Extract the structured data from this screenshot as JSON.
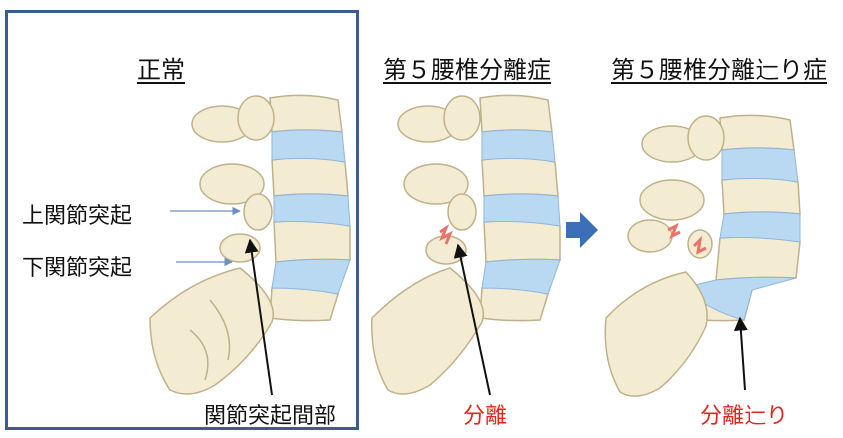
{
  "panels": [
    {
      "title": "正常"
    },
    {
      "title": "第５腰椎分離症"
    },
    {
      "title": "第５腰椎分離辷り症"
    }
  ],
  "labels": {
    "superior_facet": "上関節突起",
    "inferior_facet": "下関節突起",
    "pars": "関節突起間部",
    "separation": "分離",
    "slip": "分離辷り"
  },
  "colors": {
    "frame": "#3b5c8c",
    "bone": "#f3ecd3",
    "bone_shade": "#d9cfae",
    "disc": "#b9d9f3",
    "arrow_blue": "#3d6fb8",
    "red_text": "#e0261f",
    "fracture": "#e9736b"
  }
}
